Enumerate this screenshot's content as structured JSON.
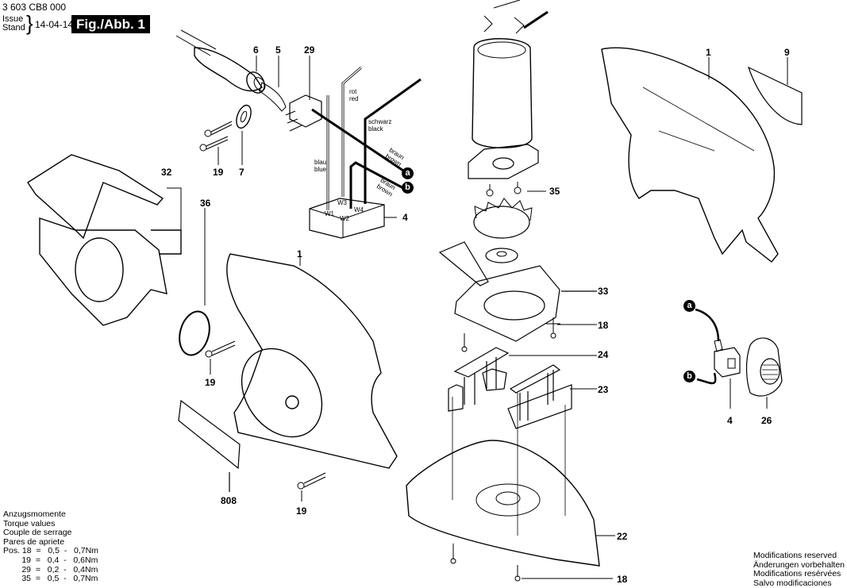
{
  "header": {
    "document_number": "3 603 CB8 000",
    "issue_label_en": "Issue",
    "issue_label_de": "Stand",
    "issue_date": "14-04-14",
    "figure_label": "Fig./Abb. 1"
  },
  "callouts": {
    "c6": "6",
    "c5": "5",
    "c29": "29",
    "c19a": "19",
    "c7": "7",
    "c4a": "4",
    "c32": "32",
    "c36": "36",
    "c1a": "1",
    "c19b": "19",
    "c808": "808",
    "c19c": "19",
    "c35": "35",
    "c33": "33",
    "c18a": "18",
    "c24": "24",
    "c23": "23",
    "c22": "22",
    "c18b": "18",
    "c1b": "1",
    "c9": "9",
    "c4b": "4",
    "c26": "26"
  },
  "wire_labels": {
    "red_de": "rot",
    "red_en": "red",
    "black_de": "schwarz",
    "black_en": "black",
    "blue_de": "blau",
    "blue_en": "blue",
    "brown1_de": "braun",
    "brown1_en": "brown",
    "brown2_de": "braun",
    "brown2_en": "brown",
    "w1": "W1",
    "w2": "W2",
    "w3": "W3",
    "w4": "W4"
  },
  "connectors": {
    "a": "a",
    "b": "b"
  },
  "torque": {
    "title_de": "Anzugsmomente",
    "title_en": "Torque values",
    "title_fr": "Couple de serrage",
    "title_es": "Pares de apriete",
    "rows": [
      "Pos. 18  =   0,5  -   0,7Nm",
      "        19  =   0,4  -   0,6Nm",
      "        29  =   0,2  -   0,4Nm",
      "        35  =   0,5  -   0,7Nm"
    ]
  },
  "modifications": {
    "en": "Modifications reserved",
    "de": "Änderungen vorbehalten",
    "fr": "Modifications resérvées",
    "es": "Salvo modificaciones"
  }
}
